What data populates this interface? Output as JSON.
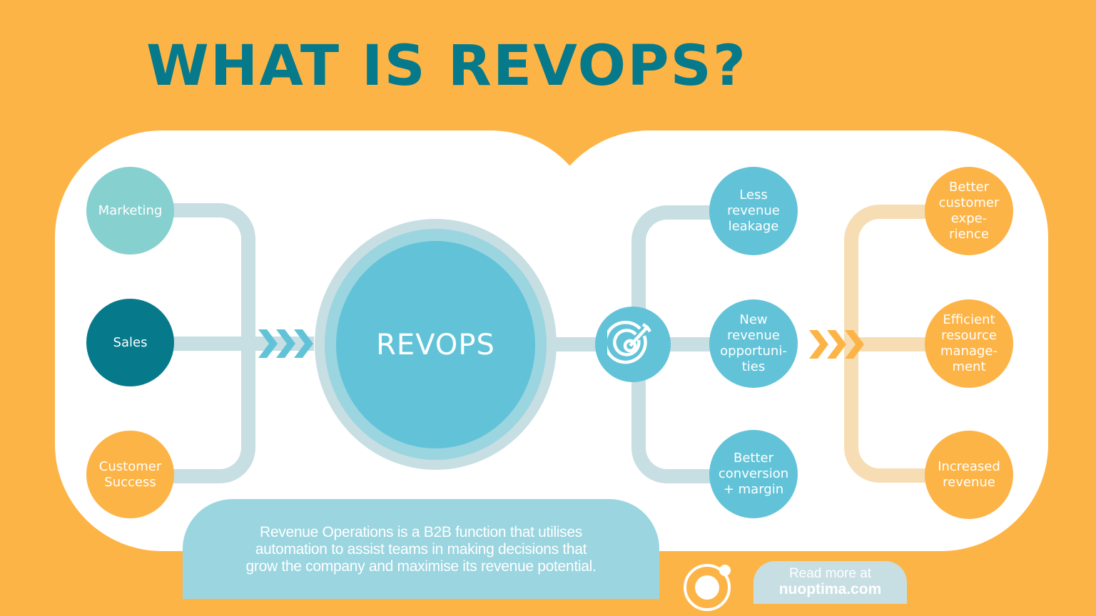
{
  "title": "WHAT IS REVOPS?",
  "colors": {
    "background": "#FDB446",
    "title": "#067A8B",
    "panel": "#FFFFFF",
    "connector_blue": "#C7DEE3",
    "connector_orange": "#F6DDB4",
    "marketing": "#86D1CF",
    "sales": "#067A8B",
    "customer_success": "#FDB446",
    "benefit_blue": "#62C3D8",
    "outcome_orange": "#FDB446",
    "info_box": "#9AD5E0"
  },
  "inputs": [
    {
      "label": "Marketing"
    },
    {
      "label": "Sales"
    },
    {
      "label": "Customer\nSuccess"
    }
  ],
  "core": {
    "label": "REVOPS"
  },
  "hub": {
    "icon": "target-icon"
  },
  "benefits": [
    {
      "label": "Less\nrevenue\nleakage"
    },
    {
      "label": "New\nrevenue\nopportuni-\nties"
    },
    {
      "label": "Better\nconversion\n+ margin"
    }
  ],
  "outcomes": [
    {
      "label": "Better\ncustomer\nexpe-\nrience"
    },
    {
      "label": "Efficient\nresource\nmanage-\nment"
    },
    {
      "label": "Increased\nrevenue"
    }
  ],
  "description": "Revenue Operations is a B2B function that utilises\nautomation to assist teams in making decisions that\ngrow the company and maximise its revenue potential.",
  "footer": {
    "logo": "nuoptima-logo-icon",
    "read_more": "Read more at",
    "site": "nuoptima.com"
  }
}
